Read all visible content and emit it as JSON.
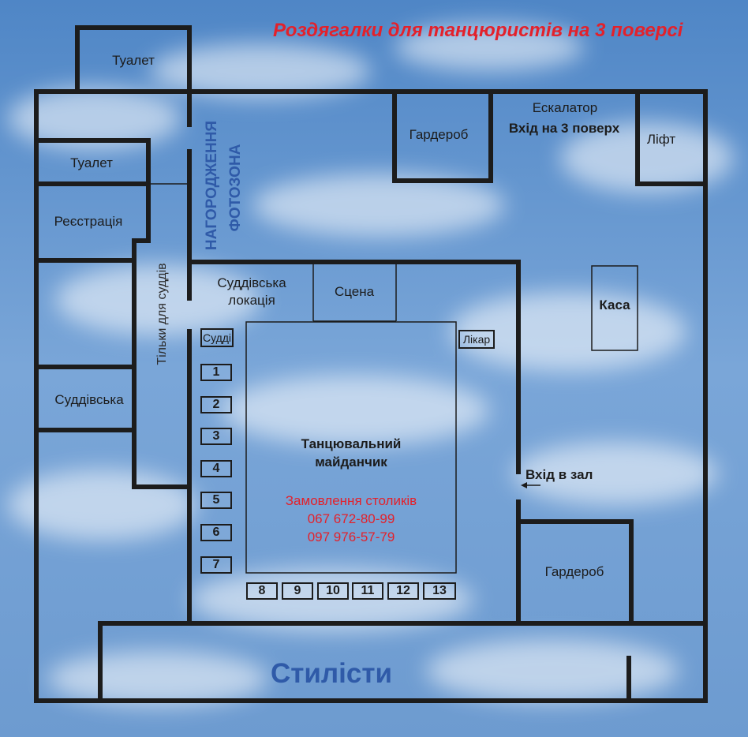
{
  "header": {
    "title": "Роздягалки для танцюристів на 3 поверсі"
  },
  "rooms": {
    "toilet_top": "Туалет",
    "toilet_left": "Туалет",
    "registration": "Реєстрація",
    "judges_room": "Суддівська",
    "judges_only": "Тільки для суддів",
    "awards": "НАГОРОДЖЕННЯ",
    "photozone": "ФОТОЗОНА",
    "judges_location_line1": "Суддівська",
    "judges_location_line2": "локація",
    "stage": "Сцена",
    "wardrobe_top": "Гардероб",
    "escalator": "Ескалатор",
    "entrance_floor3": "Вхід на 3 поверх",
    "elevator": "Ліфт",
    "cashier": "Каса",
    "doctor": "Лікар",
    "judges_box": "Судді",
    "dance_floor_line1": "Танцювальний",
    "dance_floor_line2": "майданчик",
    "hall_entrance": "Вхід в зал",
    "wardrobe_right": "Гардероб",
    "stylists": "Стилісти"
  },
  "booking": {
    "title": "Замовлення столиків",
    "phones": [
      "067 672-80-99",
      "097 976-57-79"
    ]
  },
  "tables_left": [
    "1",
    "2",
    "3",
    "4",
    "5",
    "6",
    "7"
  ],
  "tables_bottom": [
    "8",
    "9",
    "10",
    "11",
    "12",
    "13"
  ],
  "colors": {
    "walls": "#1c1c1c",
    "title_red": "#e3212b",
    "accent_blue": "#2f5aa8",
    "sky": "#5e8fc9"
  },
  "arrow_icon": "arrow-left-icon"
}
